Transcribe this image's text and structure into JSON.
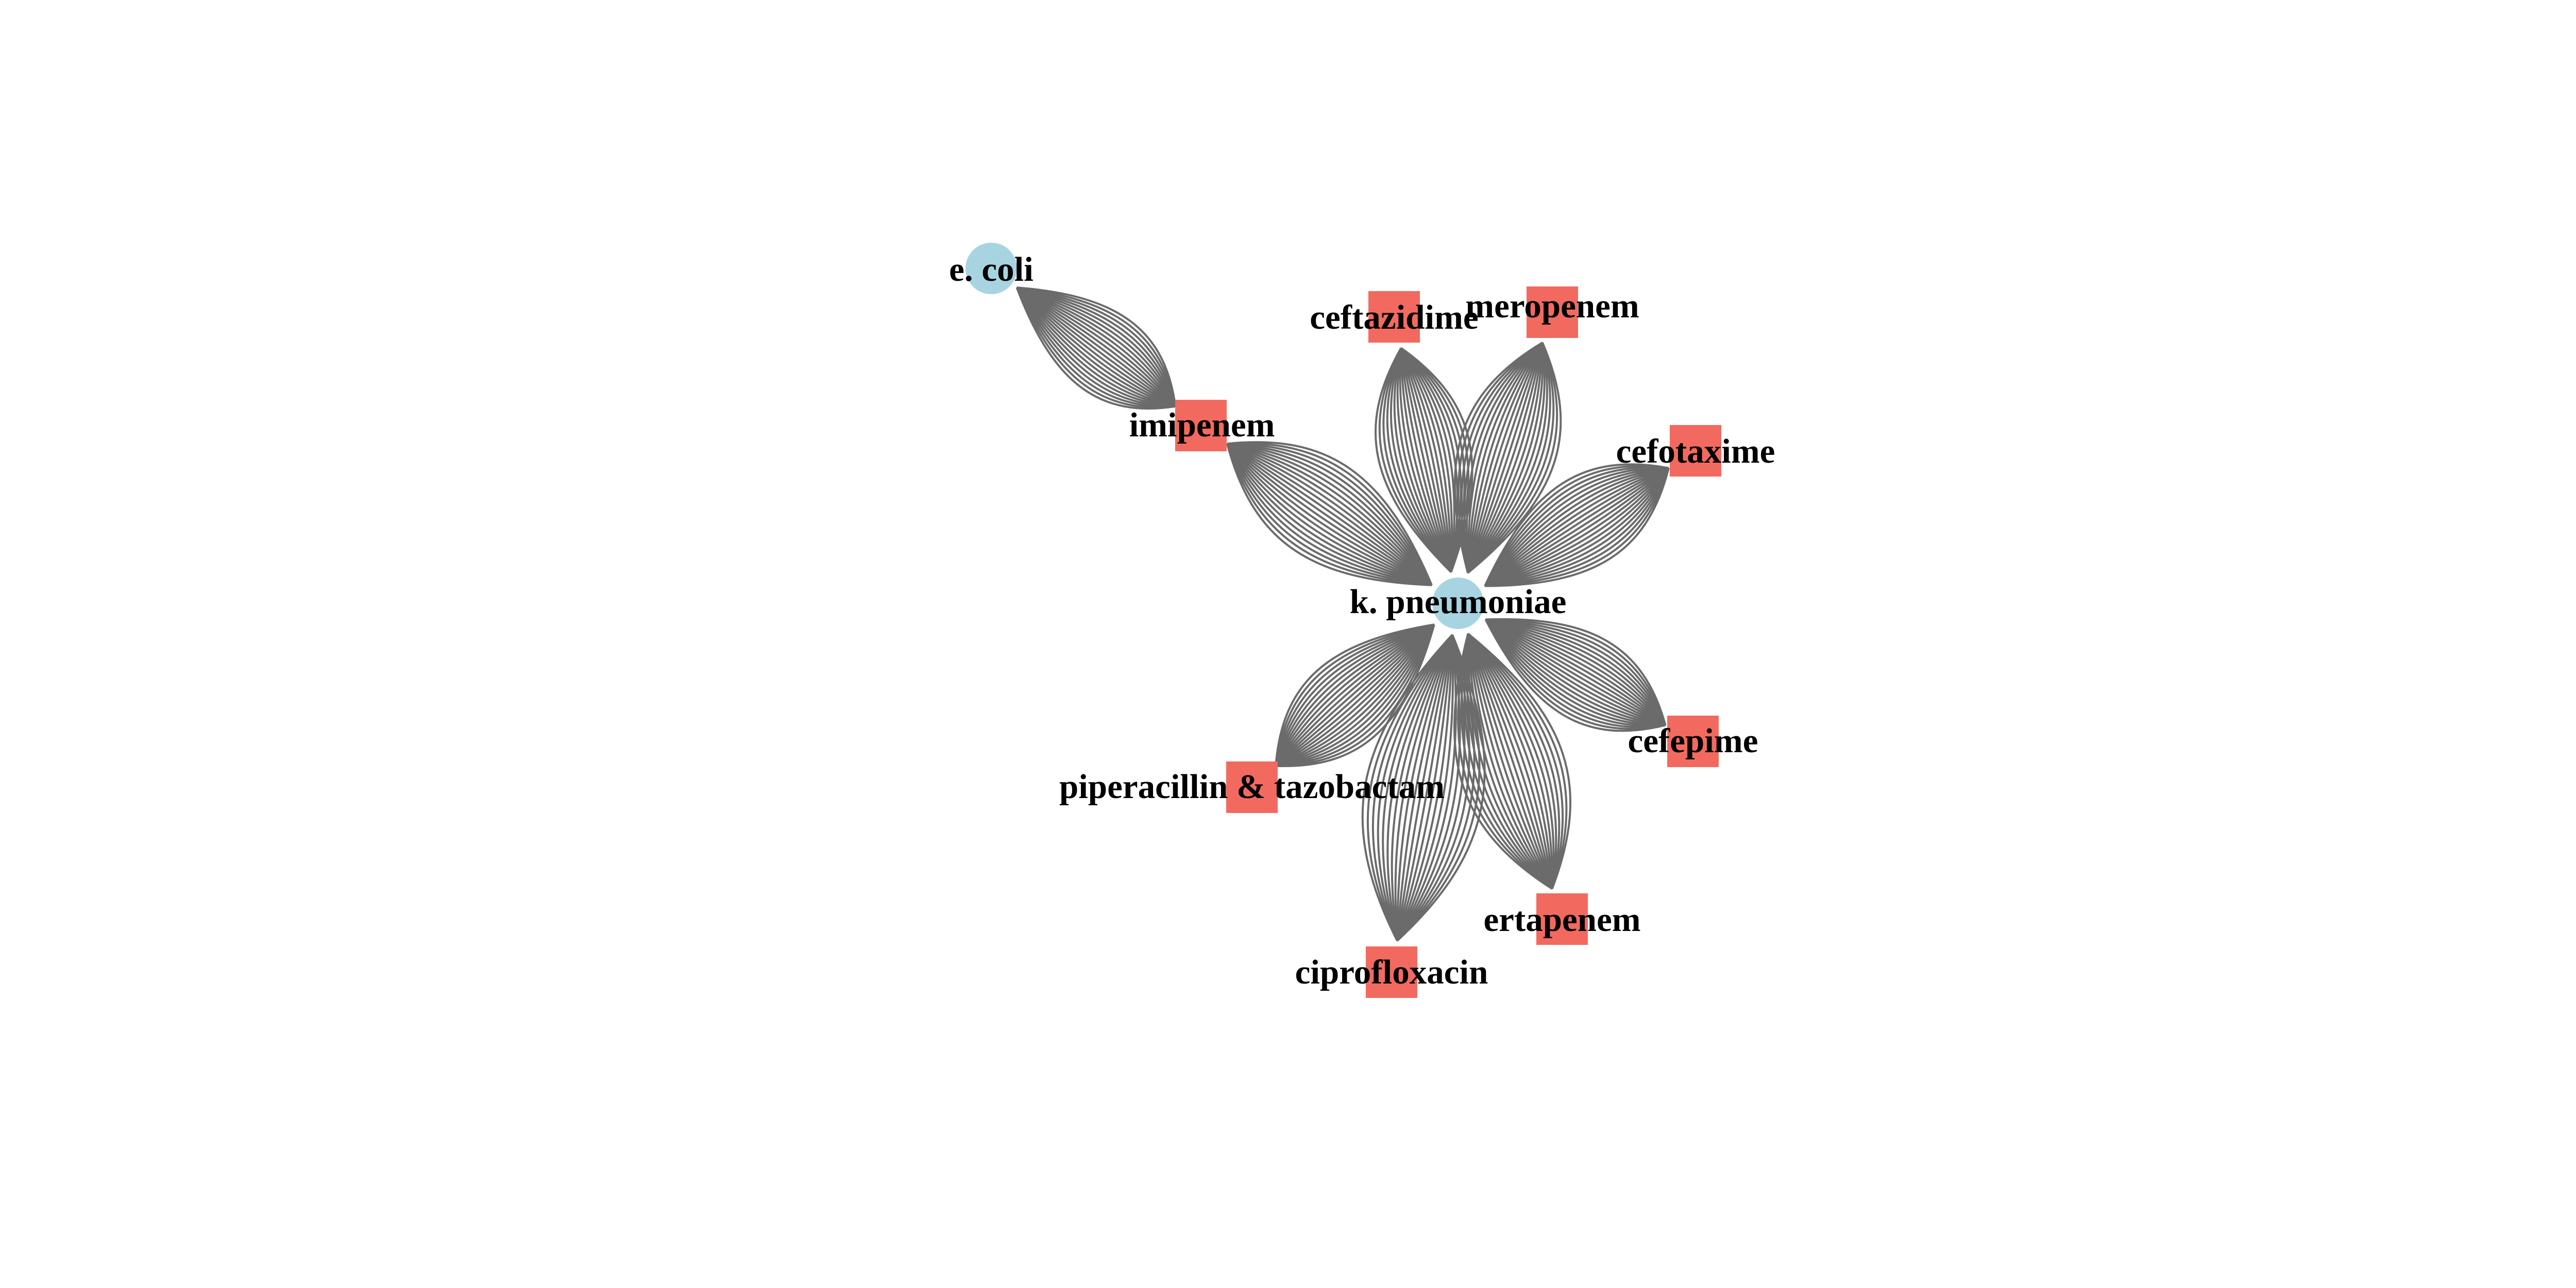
{
  "graph": {
    "colors": {
      "bacteria": "#a8d4e2",
      "antibiotic": "#f26a5f",
      "edge": "#6b6b6b",
      "label": "#000000"
    },
    "nodes": [
      {
        "id": "e_coli",
        "label": "e. coli",
        "type": "bacteria",
        "shape": "circle"
      },
      {
        "id": "k_pneumoniae",
        "label": "k. pneumoniae",
        "type": "bacteria",
        "shape": "circle"
      },
      {
        "id": "imipenem",
        "label": "imipenem",
        "type": "antibiotic",
        "shape": "square"
      },
      {
        "id": "ceftazidime",
        "label": "ceftazidime",
        "type": "antibiotic",
        "shape": "square"
      },
      {
        "id": "meropenem",
        "label": "meropenem",
        "type": "antibiotic",
        "shape": "square"
      },
      {
        "id": "cefotaxime",
        "label": "cefotaxime",
        "type": "antibiotic",
        "shape": "square"
      },
      {
        "id": "cefepime",
        "label": "cefepime",
        "type": "antibiotic",
        "shape": "square"
      },
      {
        "id": "ertapenem",
        "label": "ertapenem",
        "type": "antibiotic",
        "shape": "square"
      },
      {
        "id": "ciprofloxacin",
        "label": "ciprofloxacin",
        "type": "antibiotic",
        "shape": "square"
      },
      {
        "id": "pip_tazo",
        "label": "piperacillin & tazobactam",
        "type": "antibiotic",
        "shape": "square"
      }
    ],
    "edges": [
      {
        "source": "e_coli",
        "target": "imipenem"
      },
      {
        "source": "k_pneumoniae",
        "target": "imipenem"
      },
      {
        "source": "k_pneumoniae",
        "target": "ceftazidime"
      },
      {
        "source": "k_pneumoniae",
        "target": "meropenem"
      },
      {
        "source": "k_pneumoniae",
        "target": "cefotaxime"
      },
      {
        "source": "k_pneumoniae",
        "target": "cefepime"
      },
      {
        "source": "k_pneumoniae",
        "target": "ertapenem"
      },
      {
        "source": "k_pneumoniae",
        "target": "ciprofloxacin"
      },
      {
        "source": "k_pneumoniae",
        "target": "pip_tazo"
      }
    ]
  }
}
